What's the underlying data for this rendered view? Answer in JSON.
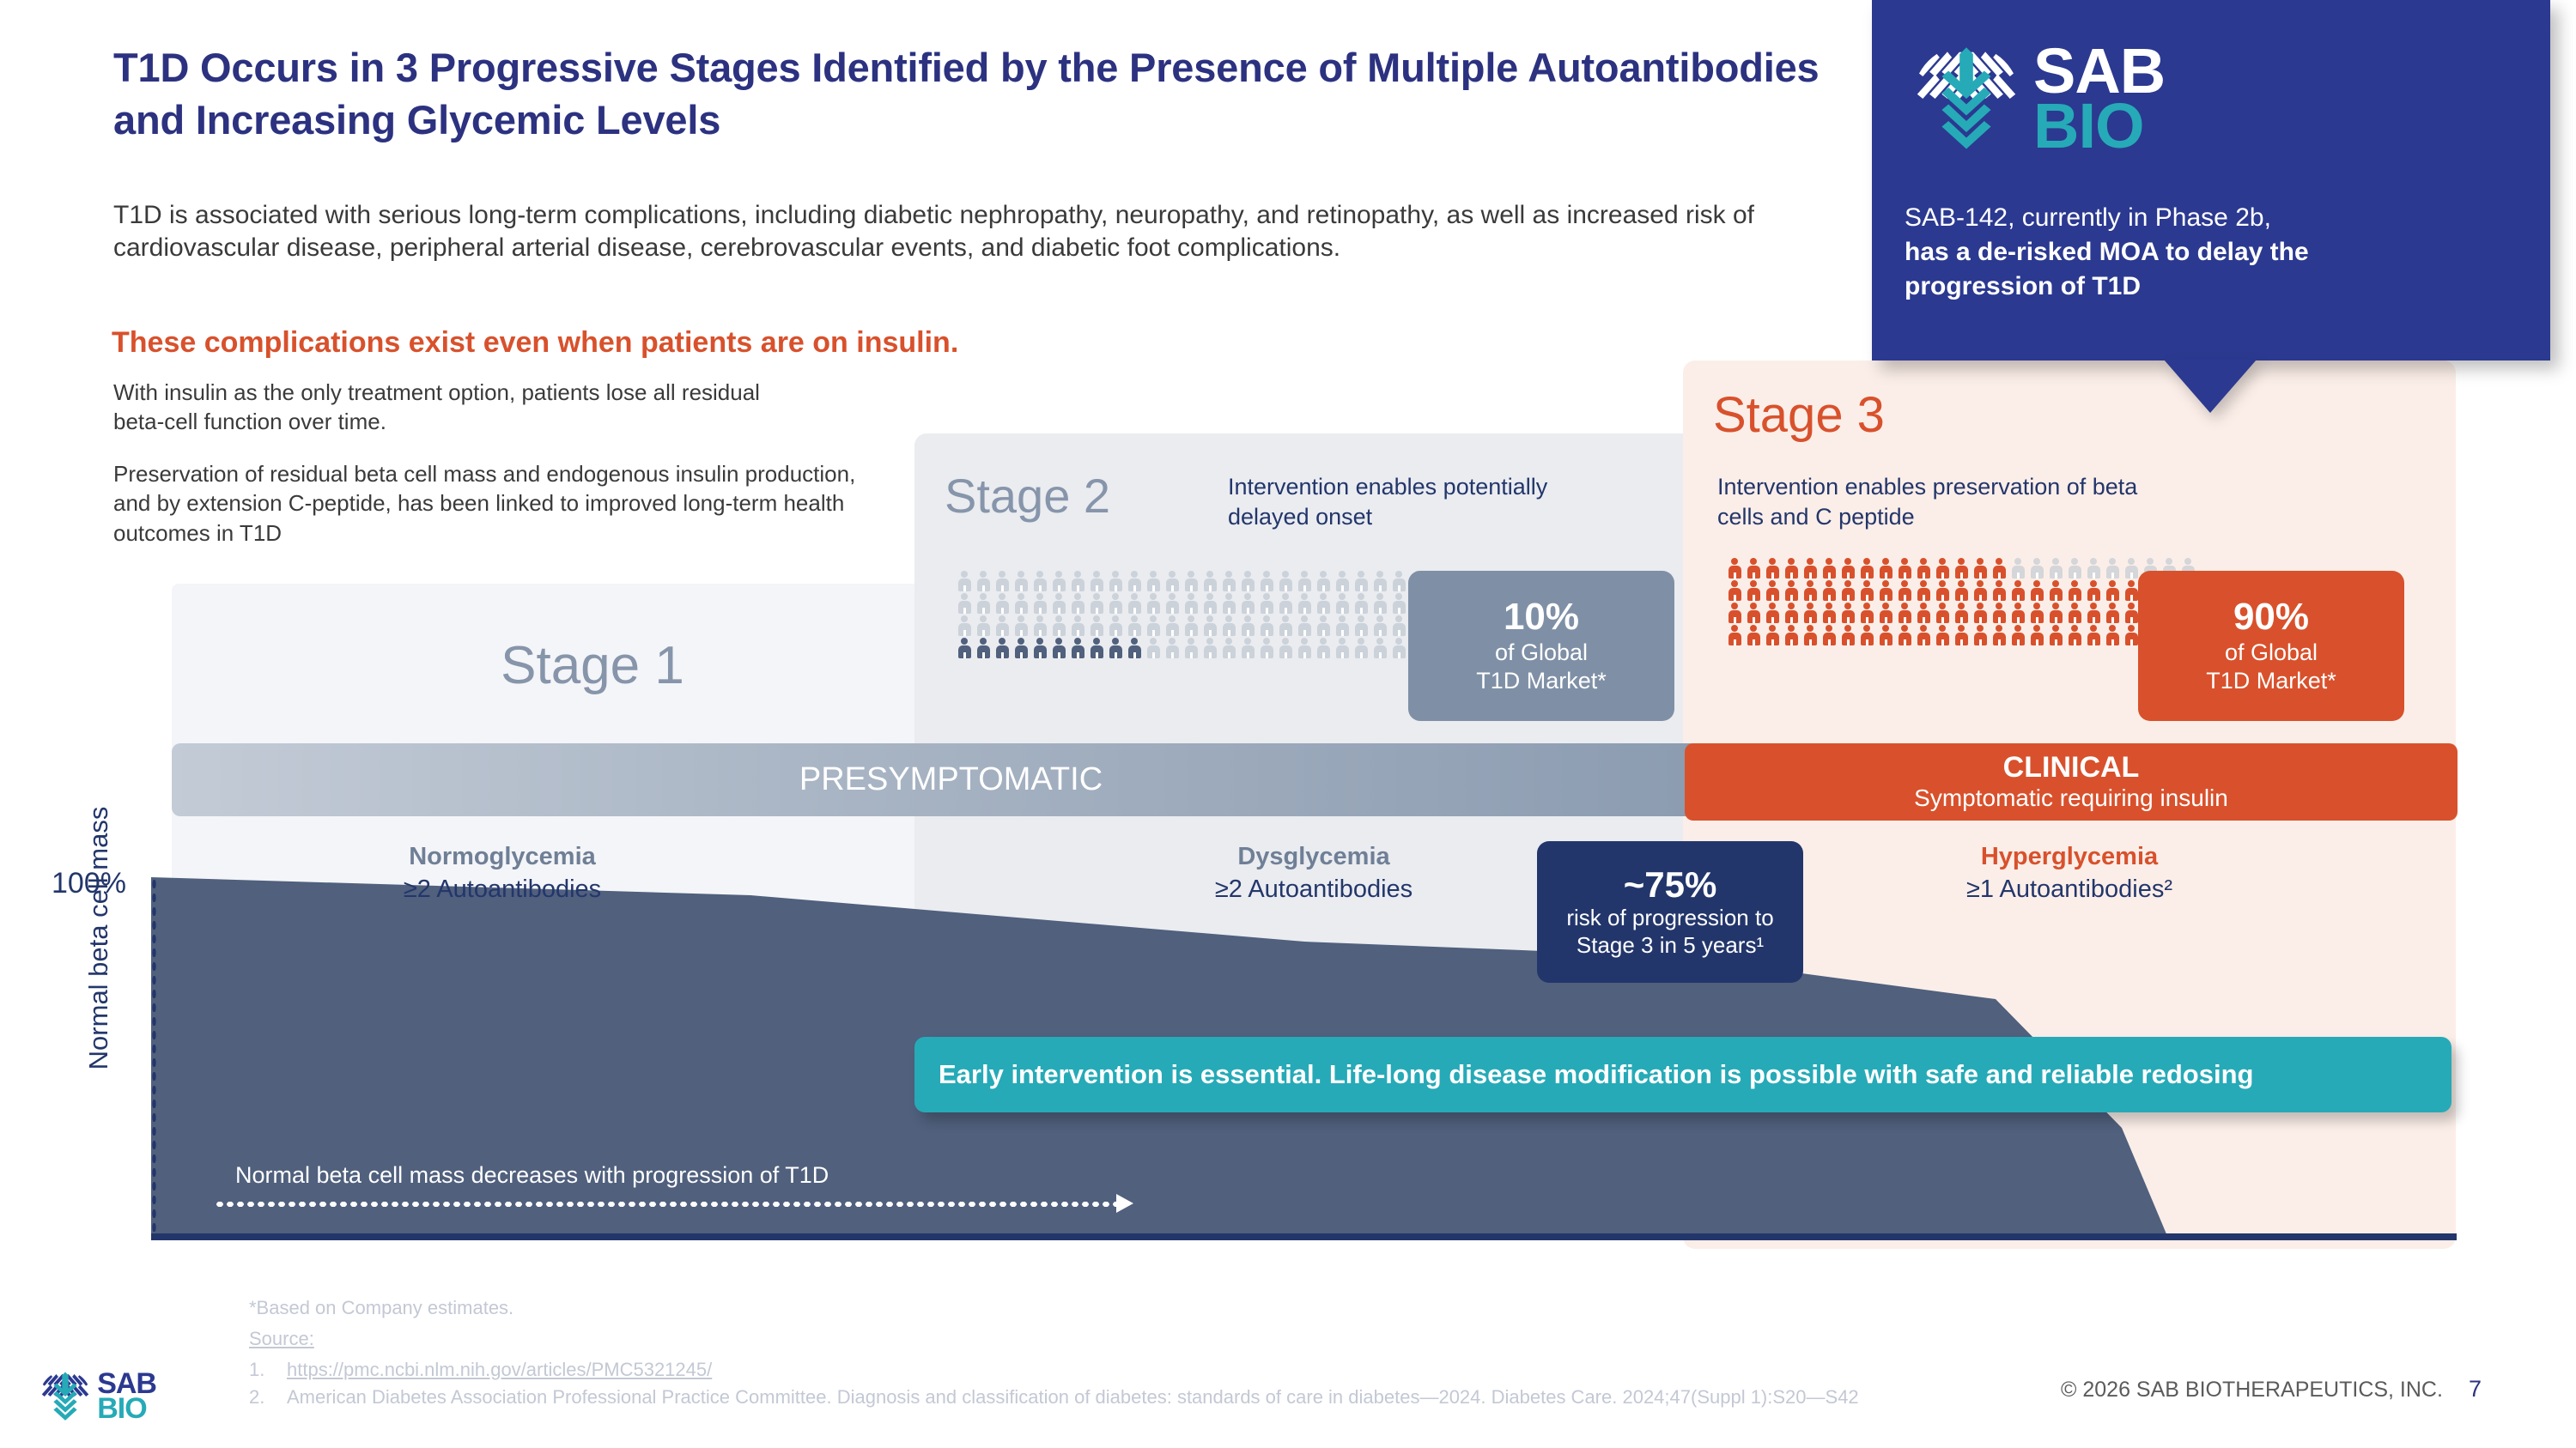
{
  "slide": {
    "title": "T1D Occurs in 3 Progressive Stages Identified by the Presence of Multiple Autoantibodies and Increasing Glycemic Levels",
    "intro": "T1D is associated with serious long-term complications, including diabetic nephropathy, neuropathy, and retinopathy, as well as increased risk of cardiovascular disease, peripheral arterial disease, cerebrovascular events, and diabetic foot complications.",
    "red_line": "These complications exist even when patients are on insulin.",
    "sub_paragraph_1": "With insulin as the only treatment option, patients lose all residual beta-cell function over time.",
    "sub_paragraph_2": "Preservation of residual beta cell mass and endogenous insulin production, and by extension C-peptide, has been linked to improved long-term health outcomes in T1D"
  },
  "callout": {
    "logo_sab": "SAB",
    "logo_bio": "BIO",
    "line1": "SAB-142, currently in Phase 2b,",
    "line2": "has a de-risked MOA to delay the",
    "line3": "progression of T1D"
  },
  "stages": {
    "stage1": {
      "label": "Stage 1",
      "glycemia": "Normoglycemia",
      "antibodies": "≥2 Autoantibodies"
    },
    "stage2": {
      "label": "Stage 2",
      "description": "Intervention enables potentially delayed onset",
      "glycemia": "Dysglycemia",
      "antibodies": "≥2 Autoantibodies",
      "market_pct": "10%",
      "market_line1": "of Global",
      "market_line2": "T1D Market*"
    },
    "stage3": {
      "label": "Stage 3",
      "description": "Intervention enables preservation of beta cells and C peptide",
      "glycemia": "Hyperglycemia",
      "antibodies": "≥1 Autoantibodies²",
      "market_pct": "90%",
      "market_line1": "of Global",
      "market_line2": "T1D Market*"
    }
  },
  "bands": {
    "presymptomatic": "PRESYMPTOMATIC",
    "clinical_title": "CLINICAL",
    "clinical_sub": "Symptomatic requiring insulin"
  },
  "risk_box": {
    "value": "~75%",
    "line1": "risk of progression to",
    "line2": "Stage 3 in 5 years¹"
  },
  "teal_banner": {
    "text": "Early intervention is essential. Life-long disease modification is possible with safe and reliable redosing"
  },
  "axis": {
    "y_max": "100%",
    "y_label": "Normal beta cell mass",
    "arrow_text": "Normal beta cell mass decreases with progression of T1D"
  },
  "footnotes": {
    "star": "*Based on Company estimates.",
    "source_label": "Source:",
    "items": [
      {
        "num": "1.",
        "text": "https://pmc.ncbi.nlm.nih.gov/articles/PMC5321245/",
        "link": true
      },
      {
        "num": "2.",
        "text": "American Diabetes Association Professional Practice Committee. Diagnosis and classification of diabetes: standards of care in diabetes—2024. Diabetes Care. 2024;47(Suppl 1):S20—S42",
        "link": false
      }
    ]
  },
  "footer": {
    "copyright": "© 2026 SAB BIOTHERAPEUTICS, INC.",
    "page_number": "7"
  },
  "chart_data": {
    "type": "area",
    "title": "Normal beta cell mass decreases with progression of T1D",
    "ylabel": "Normal beta cell mass",
    "ylim": [
      0,
      100
    ],
    "ytick_labels": [
      "100%"
    ],
    "xlabel": "",
    "grid": false,
    "legend": "none",
    "series": [
      {
        "name": "Normal beta cell mass",
        "color": "#50607d",
        "points": [
          {
            "x": 0.0,
            "y": 100
          },
          {
            "x": 0.26,
            "y": 95
          },
          {
            "x": 0.5,
            "y": 82
          },
          {
            "x": 0.66,
            "y": 78
          },
          {
            "x": 0.8,
            "y": 66
          },
          {
            "x": 0.855,
            "y": 30
          },
          {
            "x": 0.875,
            "y": 0
          },
          {
            "x": 1.0,
            "y": 0
          }
        ]
      }
    ],
    "stage_regions": [
      {
        "name": "Stage 1",
        "x_start": 0.0,
        "x_end": 0.33
      },
      {
        "name": "Stage 2",
        "x_start": 0.33,
        "x_end": 0.665
      },
      {
        "name": "Stage 3",
        "x_start": 0.665,
        "x_end": 1.0
      }
    ]
  },
  "pictograms": {
    "stage2": {
      "rows": 4,
      "cols": 25,
      "total": 100,
      "filled": 10,
      "fill_color": "#50607d",
      "empty_color": "#ccd2da"
    },
    "stage3": {
      "rows": 4,
      "cols": 25,
      "total": 100,
      "filled": 90,
      "fill_color": "#d8512c",
      "empty_color": "#d4d6d9"
    }
  },
  "colors": {
    "brand_navy": "#2b3990",
    "brand_teal": "#26aab7",
    "accent_orange": "#d8512c",
    "slate": "#50607d",
    "dark_navy": "#23366b"
  }
}
